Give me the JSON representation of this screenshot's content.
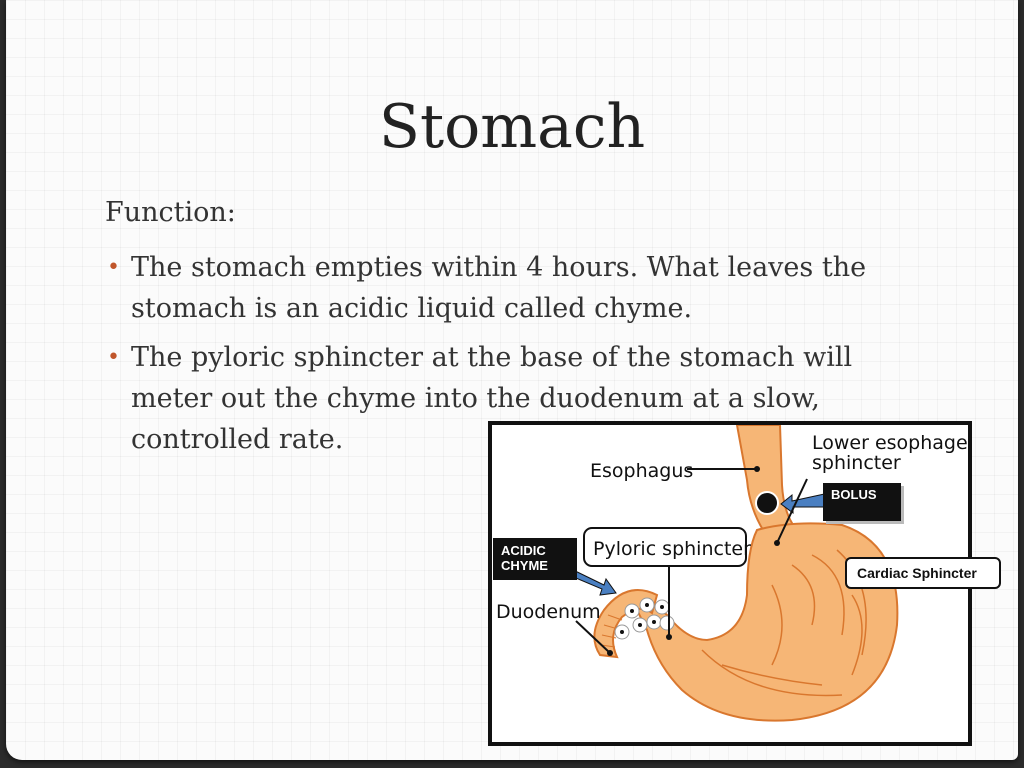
{
  "slide": {
    "title": "Stomach",
    "heading": "Function:",
    "bullets": [
      "The stomach empties within 4 hours. What leaves the stomach is an acidic liquid called chyme.",
      "The pyloric sphincter at the base of the stomach will meter out the chyme into the duodenum at a slow, controlled rate."
    ],
    "bullet_color": "#c0562b"
  },
  "diagram": {
    "labels": {
      "esophagus": "Esophagus",
      "lower_esophageal_1": "Lower esophageal",
      "lower_esophageal_2": "sphincter",
      "pyloric": "Pyloric sphincter",
      "duodenum": "Duodenum"
    },
    "callouts": {
      "bolus": "BOLUS",
      "acidic_chyme_1": "ACIDIC",
      "acidic_chyme_2": "CHYME",
      "cardiac": "Cardiac Sphincter"
    },
    "colors": {
      "stomach_fill": "#f6b676",
      "stomach_stroke": "#d9772e",
      "arrow": "#4a7fc1"
    }
  }
}
